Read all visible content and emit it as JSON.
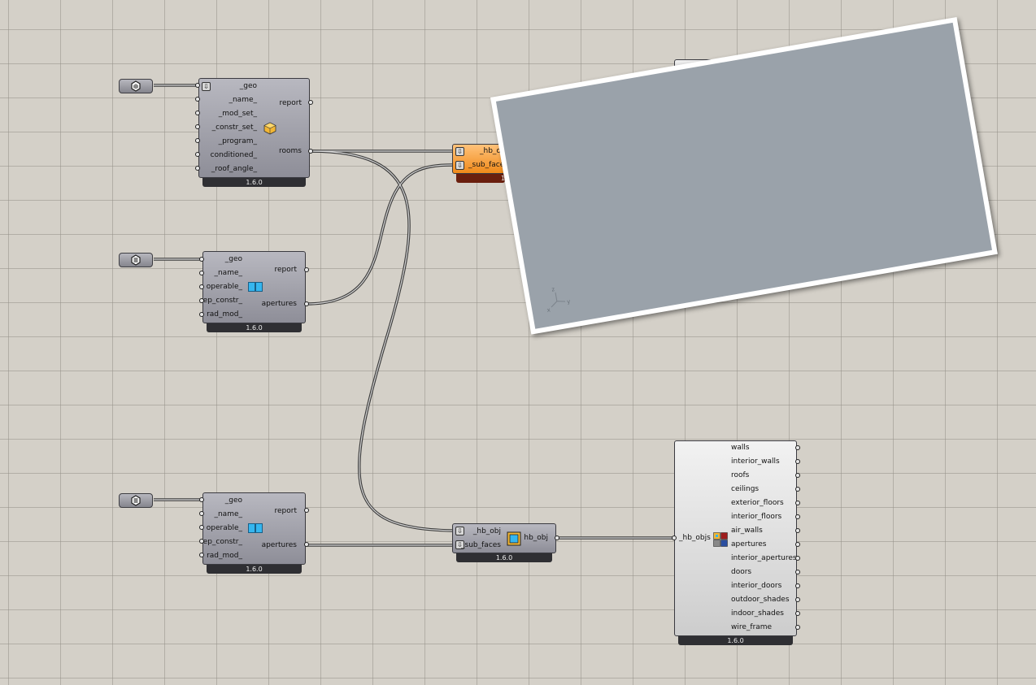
{
  "canvas": {
    "background": "#d4d0c8"
  },
  "colors": {
    "roof": "#7a1414",
    "wall": "#e8b83c",
    "glass": "#3aa6e6",
    "viewport": "#9aa2aa"
  },
  "rooms_component": {
    "inputs": [
      "_geo",
      "_name_",
      "_mod_set_",
      "_constr_set_",
      "_program_",
      "conditioned_",
      "_roof_angle_"
    ],
    "outputs": [
      "report",
      "rooms"
    ],
    "icon": "box-icon",
    "version": "1.6.0"
  },
  "aperture_component_1": {
    "inputs": [
      "_geo",
      "_name_",
      "operable_",
      "ep_constr_",
      "rad_mod_"
    ],
    "outputs": [
      "report",
      "apertures"
    ],
    "icon": "window-icon",
    "version": "1.6.0"
  },
  "aperture_component_2": {
    "inputs": [
      "_geo",
      "_name_",
      "operable_",
      "ep_constr_",
      "rad_mod_"
    ],
    "outputs": [
      "report",
      "apertures"
    ],
    "icon": "window-icon",
    "version": "1.6.0"
  },
  "add_subface_top": {
    "inputs": [
      "_hb_o",
      "_sub_face"
    ],
    "version": "1"
  },
  "add_subface_bottom": {
    "inputs": [
      "_hb_obj",
      "_sub_faces"
    ],
    "outputs": [
      "hb_obj"
    ],
    "version": "1.6.0"
  },
  "deconstruct_component": {
    "inputs": [
      "_hb_objs"
    ],
    "outputs": [
      "walls",
      "interior_walls",
      "roofs",
      "ceilings",
      "exterior_floors",
      "interior_floors",
      "air_walls",
      "apertures",
      "interior_apertures",
      "doors",
      "interior_doors",
      "outdoor_shades",
      "indoor_shades",
      "wire_frame"
    ],
    "version": "1.6.0"
  },
  "preview": {
    "axis_labels": [
      "z",
      "x",
      "y"
    ]
  }
}
